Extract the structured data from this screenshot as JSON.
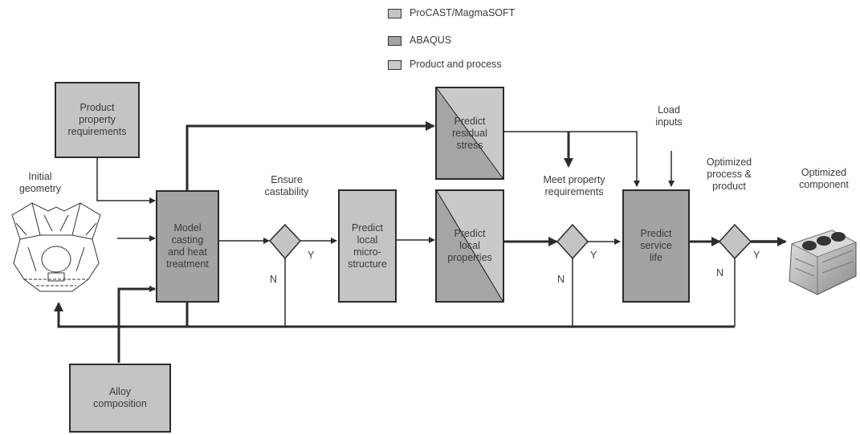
{
  "legend": [
    {
      "label": "ProCAST/MagmaSOFT",
      "color": "#c4c4c4"
    },
    {
      "label": "ABAQUS",
      "color": "#a3a3a3"
    },
    {
      "label": "Product and process",
      "color": "#c9c9c9"
    }
  ],
  "boxes": {
    "product_property": "Product\nproperty\nrequirements",
    "model_casting": "Model\ncasting\nand heat\ntreatment",
    "predict_microstructure": "Predict\nlocal\nmicro-\nstructure",
    "predict_residual": "Predict\nresidual\nstress",
    "predict_properties": "Predict\nlocal\nproperties",
    "predict_service": "Predict\nservice\nlife",
    "alloy": "Alloy\ncomposition"
  },
  "labels": {
    "initial_geometry": "Initial\ngeometry",
    "ensure_castability": "Ensure\ncastability",
    "meet_property": "Meet property\nrequirements",
    "load_inputs": "Load\ninputs",
    "optimized_process": "Optimized\nprocess &\nproduct",
    "optimized_component": "Optimized\ncomponent"
  },
  "decisions": {
    "yes": "Y",
    "no": "N"
  },
  "colors": {
    "line": "#2b2b2b",
    "background": "#ffffff"
  }
}
